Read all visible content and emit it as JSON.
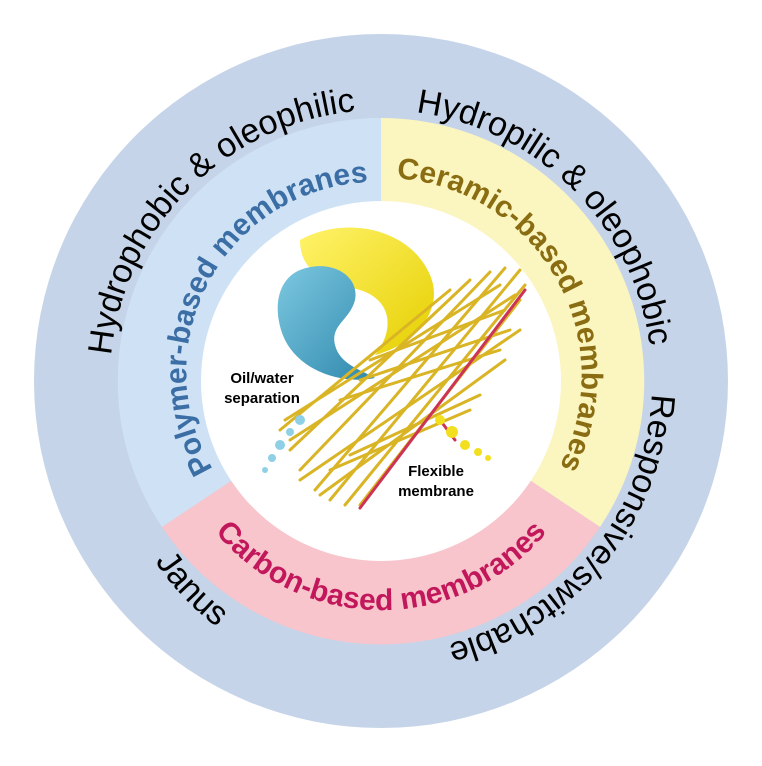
{
  "outer_ring": {
    "top_left": "Hydrophobic & oleophilic",
    "top_right": "Hydropilic & oleophobic",
    "bottom_left": "Janus",
    "bottom_right": "Responsive/switchable"
  },
  "inner_ring": {
    "polymer": "Polymer-based membranes",
    "ceramic": "Ceramic-based membranes",
    "carbon": "Carbon-based membranes"
  },
  "center": {
    "oil_water_line1": "Oil/water",
    "oil_water_line2": "separation",
    "flexible_line1": "Flexible",
    "flexible_line2": "membrane"
  },
  "colors": {
    "outer_ring": "#c5d4e8",
    "polymer": "#cfe2f5",
    "ceramic": "#fbf5c0",
    "carbon": "#f7c5cb",
    "polymer_text": "#3a6ea5",
    "ceramic_text": "#8a6d12",
    "carbon_text": "#c2185b",
    "water": "#4aa8c8",
    "oil": "#f2e020",
    "fiber": "#d9b526"
  }
}
